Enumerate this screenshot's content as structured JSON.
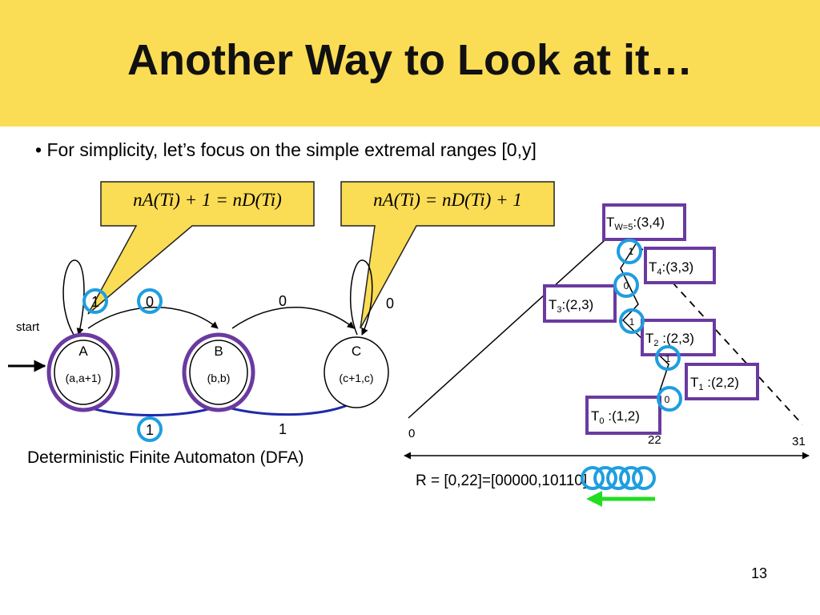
{
  "slide": {
    "title": "Another Way to Look at it…",
    "bullet": "• For simplicity, let’s focus on the simple extremal ranges [0,y]",
    "page_number": "13"
  },
  "callouts": {
    "left_formula": "nA(Ti) + 1 = nD(Ti)",
    "right_formula": "nA(Ti) = nD(Ti) + 1"
  },
  "dfa": {
    "start_label": "start",
    "caption": "Deterministic Finite Automaton (DFA)",
    "states": [
      {
        "name": "A",
        "value": "(a,a+1)"
      },
      {
        "name": "B",
        "value": "(b,b)"
      },
      {
        "name": "C",
        "value": "(c+1,c)"
      }
    ],
    "transitions": {
      "a_self": "1",
      "a_to_b": "0",
      "b_to_c": "0",
      "c_self": "0",
      "b_to_a": "1",
      "c_to_b": "1"
    }
  },
  "tree": {
    "axis": {
      "left": "0",
      "mid": "22",
      "right": "31"
    },
    "nodes": [
      {
        "label": "T",
        "sub": "W=5",
        "value": ":(3,4)"
      },
      {
        "label": "T",
        "sub": "4",
        "value": ":(3,3)"
      },
      {
        "label": "T",
        "sub": "3",
        "value": ":(2,3)"
      },
      {
        "label": "T",
        "sub": "2",
        "value": " :(2,3)"
      },
      {
        "label": "T",
        "sub": "1",
        "value": " :(2,2)"
      },
      {
        "label": "T",
        "sub": "0",
        "value": " :(1,2)"
      }
    ],
    "bits": [
      "1",
      "0",
      "1",
      "1",
      "0"
    ]
  },
  "range": {
    "text": "R =  [0,22]=[00000,10110]"
  },
  "colors": {
    "banner": "#fbdc55",
    "highlight_circle": "#1e9ee0",
    "state_ring": "#6a3aa0",
    "node_box": "#6a3aa0",
    "back_edges": "#1f2aa8",
    "arrow": "#22dd22"
  }
}
